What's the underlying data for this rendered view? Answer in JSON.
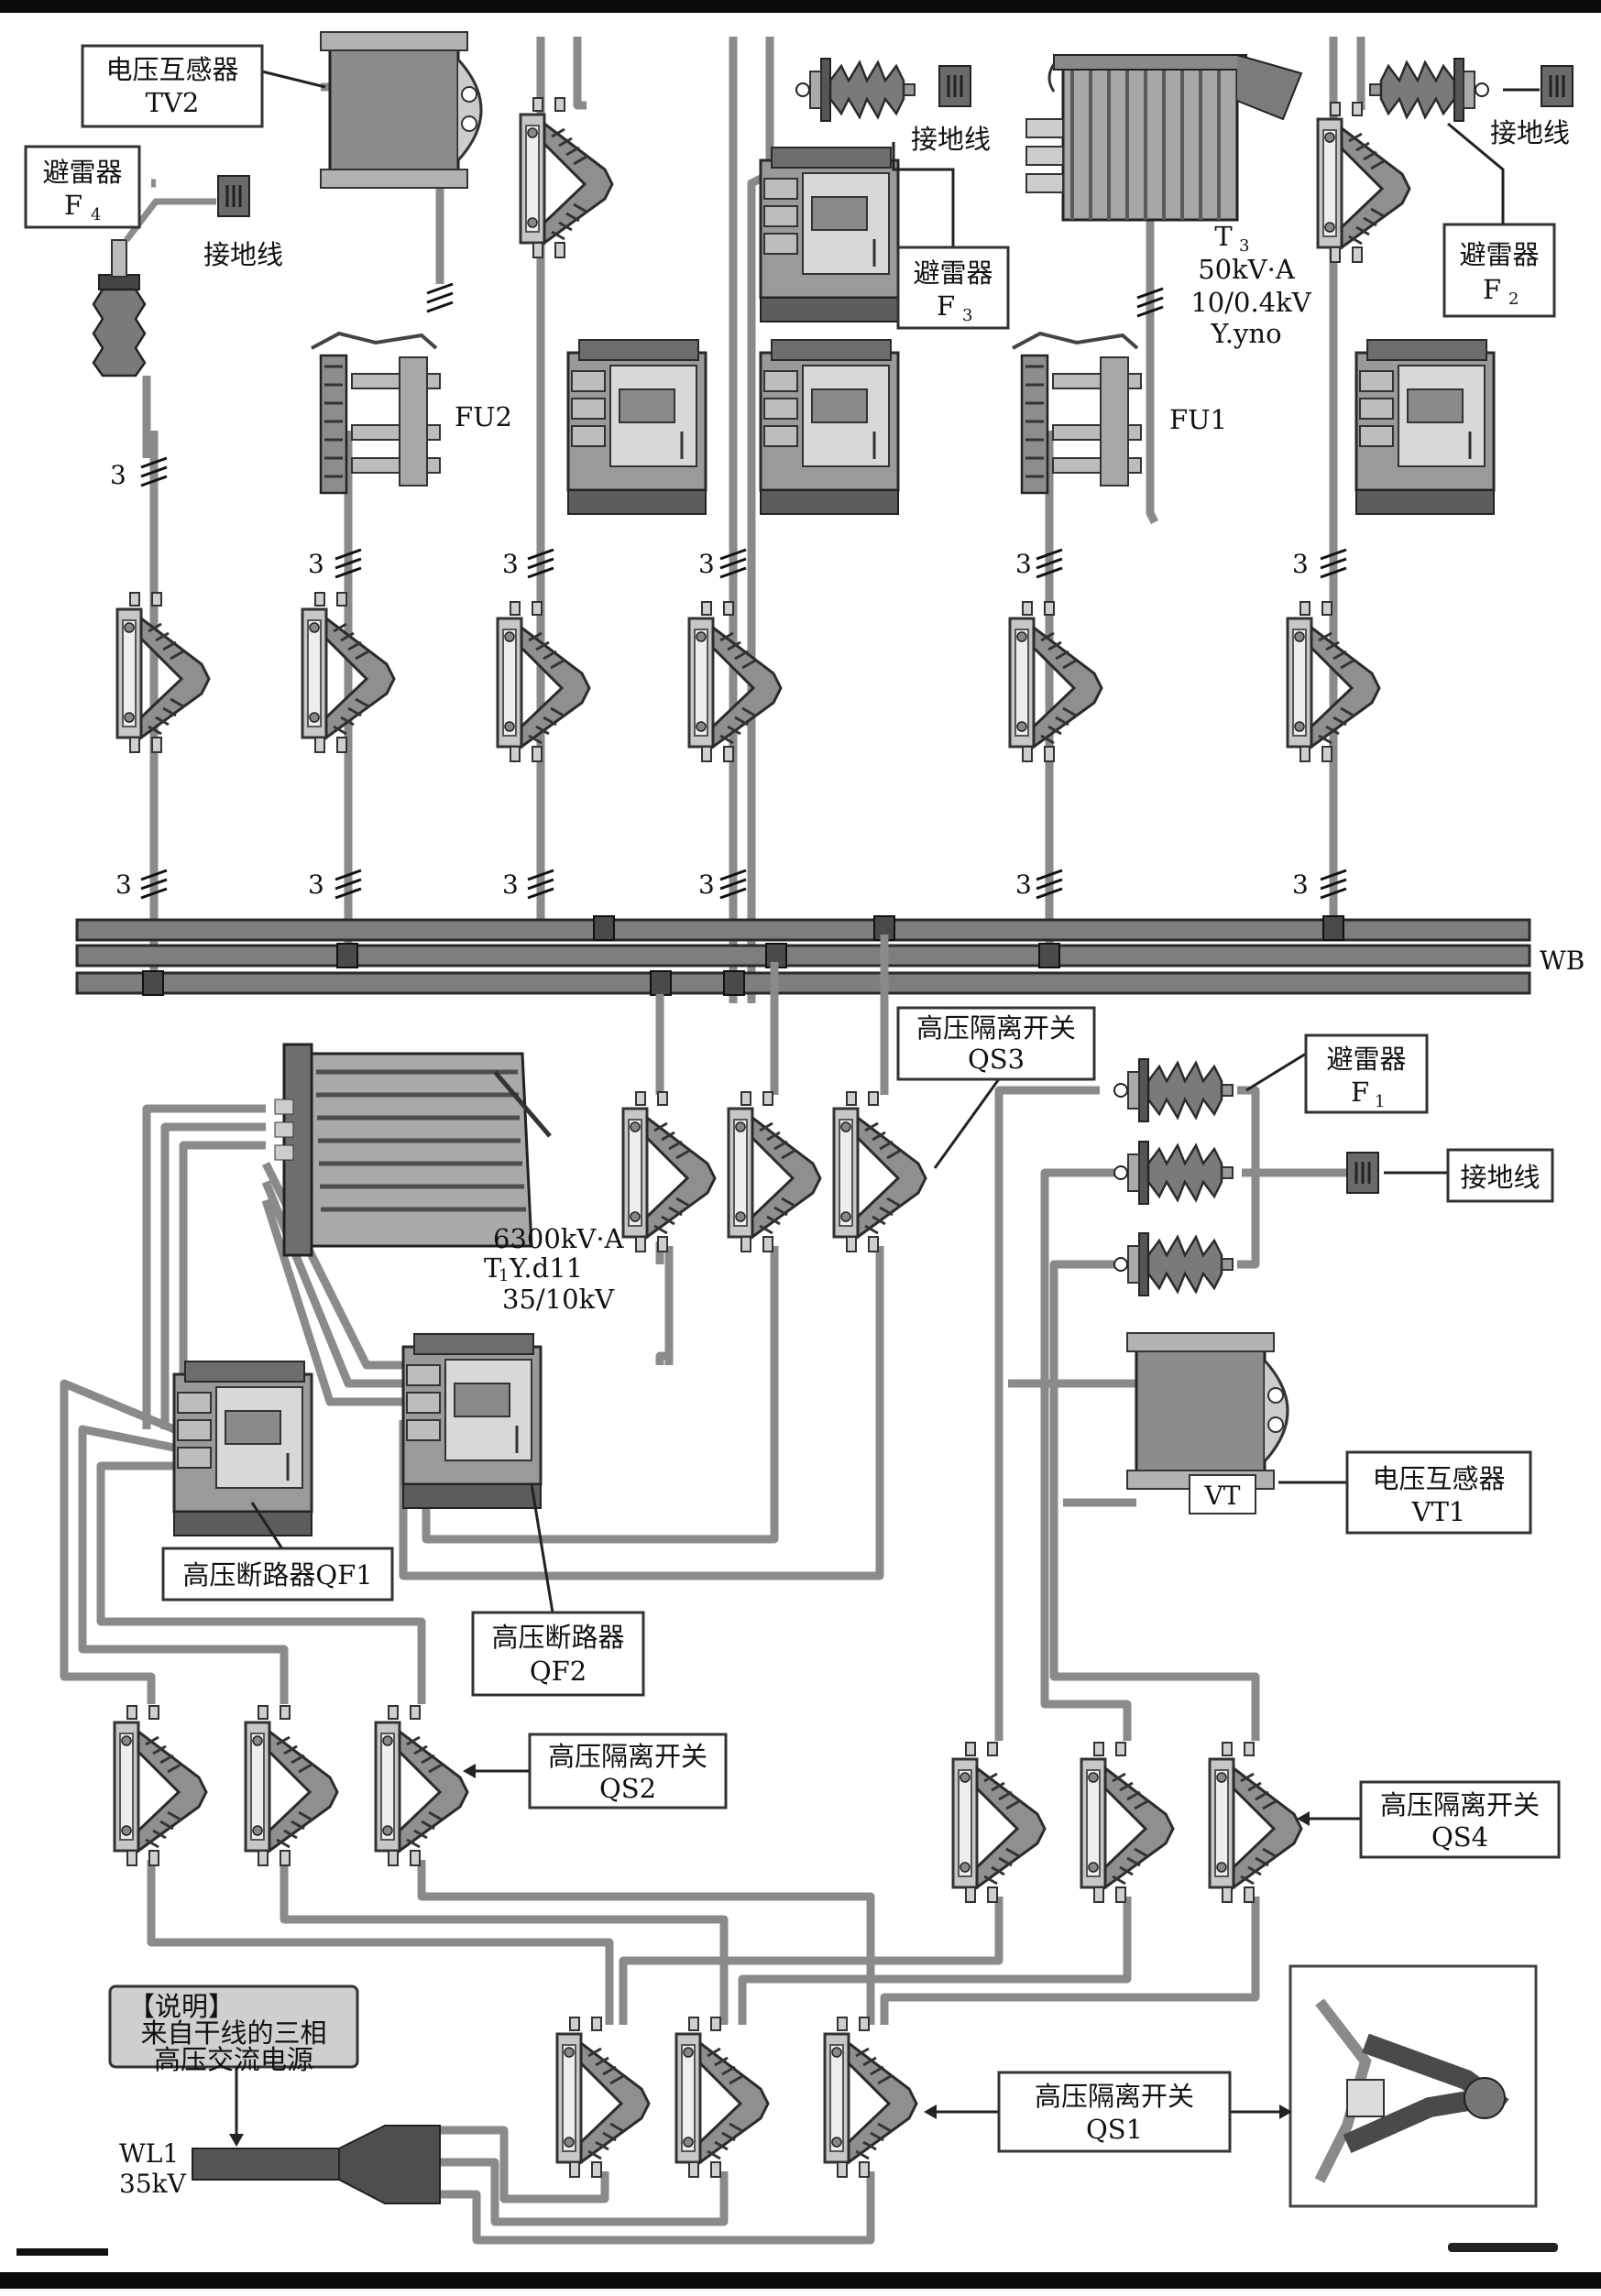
{
  "labels": {
    "tv2_name": "电压互感器",
    "tv2_code": "TV2",
    "f4_name": "避雷器",
    "f4_code": "F",
    "f4_sub": "4",
    "ground_f4": "接地线",
    "ground_f3": "接地线",
    "ground_f2": "接地线",
    "ground_f1": "接地线",
    "f3_name": "避雷器",
    "f3_code": "F",
    "f3_sub": "3",
    "f2_name": "避雷器",
    "f2_code": "F",
    "f2_sub": "2",
    "f1_name": "避雷器",
    "f1_code": "F",
    "f1_sub": "1",
    "t3_code": "T",
    "t3_sub": "3",
    "t3_power": "50kV·A",
    "t3_voltage": "10/0.4kV",
    "t3_conn": "Y.yno",
    "fu2": "FU2",
    "fu1": "FU1",
    "count_3": "3",
    "wb": "WB",
    "qs3_name": "高压隔离开关",
    "qs3_code": "QS3",
    "t1_power": "6300kV·A",
    "t1_code": "T",
    "t1_sub": "1",
    "t1_conn": "Y.d11",
    "t1_voltage": "35/10kV",
    "vt_mark": "VT",
    "vt1_name": "电压互感器",
    "vt1_code": "VT1",
    "qf1": "高压断路器QF1",
    "qf2_name": "高压断路器",
    "qf2_code": "QF2",
    "qs2_name": "高压隔离开关",
    "qs2_code": "QS2",
    "qs4_name": "高压隔离开关",
    "qs4_code": "QS4",
    "qs1_name": "高压隔离开关",
    "qs1_code": "QS1",
    "note_title": "【说明】",
    "note_line1": "来自干线的三相",
    "note_line2": "高压交流电源",
    "wl1_code": "WL1",
    "wl1_voltage": "35kV"
  }
}
